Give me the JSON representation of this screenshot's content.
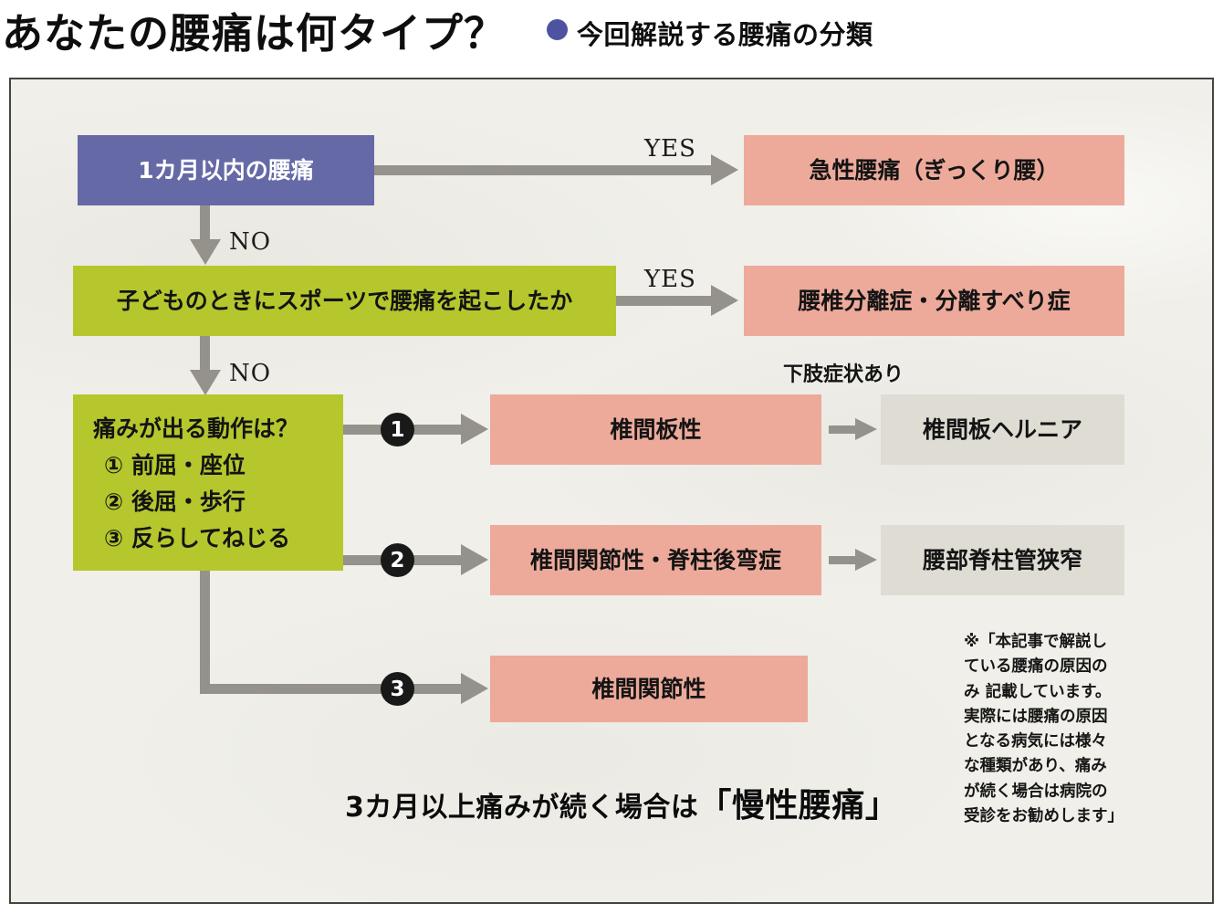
{
  "header": {
    "title": "あなたの腰痛は何タイプ？",
    "subtitle": "今回解説する腰痛の分類"
  },
  "labels": {
    "yes1": "YES",
    "no1": "NO",
    "yes2": "YES",
    "no2": "NO",
    "leg_symptom_note": "下肢症状あり"
  },
  "nodes": {
    "q1": "1カ月以内の腰痛",
    "r1": "急性腰痛（ぎっくり腰）",
    "q2": "子どものときにスポーツで腰痛を起こしたか",
    "r2": "腰椎分離症・分離すべり症",
    "q3_title": "痛みが出る動作は？",
    "q3_opt1": "① 前屈・座位",
    "q3_opt2": "② 後屈・歩行",
    "q3_opt3": "③ 反らしてねじる",
    "b1_num": "1",
    "b1_result": "椎間板性",
    "b1_followup": "椎間板ヘルニア",
    "b2_num": "2",
    "b2_result": "椎間関節性・脊柱後弯症",
    "b2_followup": "腰部脊柱管狭窄",
    "b3_num": "3",
    "b3_result": "椎間関節性"
  },
  "footer": {
    "chronic_prefix": "3カ月以上痛みが続く場合は",
    "chronic_term": "「慢性腰痛」",
    "disclaimer": "※「本記事で解説し\nている腰痛の原因の\nみ 記載しています。\n実際には腰痛の原因\nとなる病気には様々\nな種類があり、痛み\nが続く場合は病院の\n受診をお勧めします」"
  },
  "colors": {
    "question_blue": "#6569a6",
    "result_pink": "#edaa9b",
    "question_green": "#b5c72d",
    "followup_gray": "#dfdcd4",
    "arrow_gray": "#95918b",
    "circle_black": "#191919",
    "bullet_blue": "#4d53a0",
    "panel_bg": "#f0efe9",
    "panel_border": "#45443f"
  }
}
